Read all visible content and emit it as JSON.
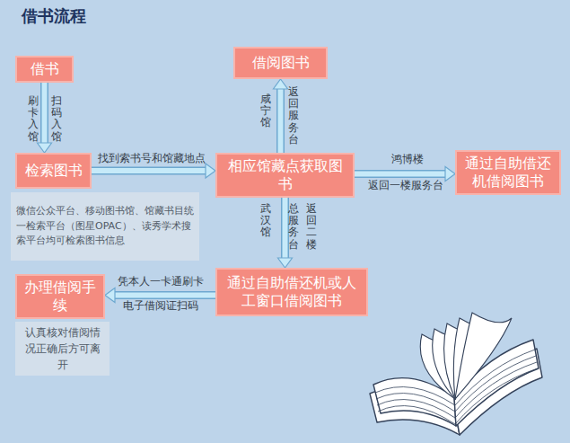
{
  "diagram": {
    "title": "借书流程",
    "nodes": [
      {
        "text": [
          "借书"
        ]
      },
      {
        "text": [
          "借阅图书"
        ]
      },
      {
        "text": [
          "检索图书"
        ]
      },
      {
        "text": [
          "相应馆藏点获取图书"
        ]
      },
      {
        "text": [
          "通过自助借还机借阅图书"
        ]
      },
      {
        "text": [
          "微信公众平台、移动图书馆、馆藏书目统一检索平台（图星OPAC）、读秀学术搜索平台均可检索图书信息"
        ]
      },
      {
        "text": [
          "办理借阅手续"
        ]
      },
      {
        "text": [
          "通过自助借还机或人工窗口借阅图书"
        ]
      },
      {
        "text": [
          "认真核对借阅情况正确后方可离开"
        ]
      }
    ],
    "edges": [
      {
        "from": 0,
        "to": 2,
        "arrow": "to"
      },
      {
        "from": 2,
        "to": 3,
        "arrow": "to"
      },
      {
        "from": 3,
        "to": 1,
        "arrow": "to"
      },
      {
        "from": 3,
        "to": 4,
        "arrow": "to"
      },
      {
        "from": 3,
        "to": 7,
        "arrow": "to"
      },
      {
        "from": 7,
        "to": 6,
        "arrow": "to"
      }
    ],
    "labels": [
      "刷卡入馆",
      "扫码入馆",
      "找到索书号和馆藏地点",
      "咸宁馆",
      "返回服务台",
      "武汉馆",
      "总服务台",
      "返回二楼",
      "鸿博楼",
      "返回一楼服务台",
      "凭本人一卡通刷卡",
      "电子借阅证扫码"
    ]
  }
}
